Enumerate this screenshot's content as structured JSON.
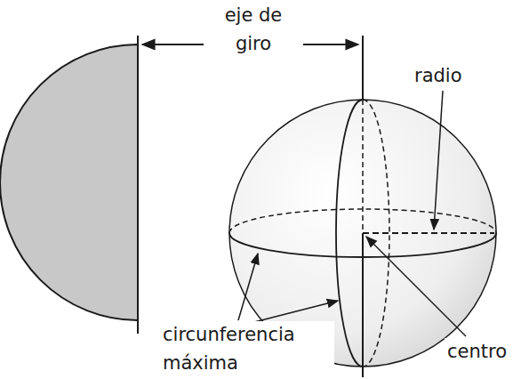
{
  "diagram": {
    "labels": [
      "eje de giro",
      "radio",
      "circunferencia máxima",
      "centro"
    ]
  }
}
